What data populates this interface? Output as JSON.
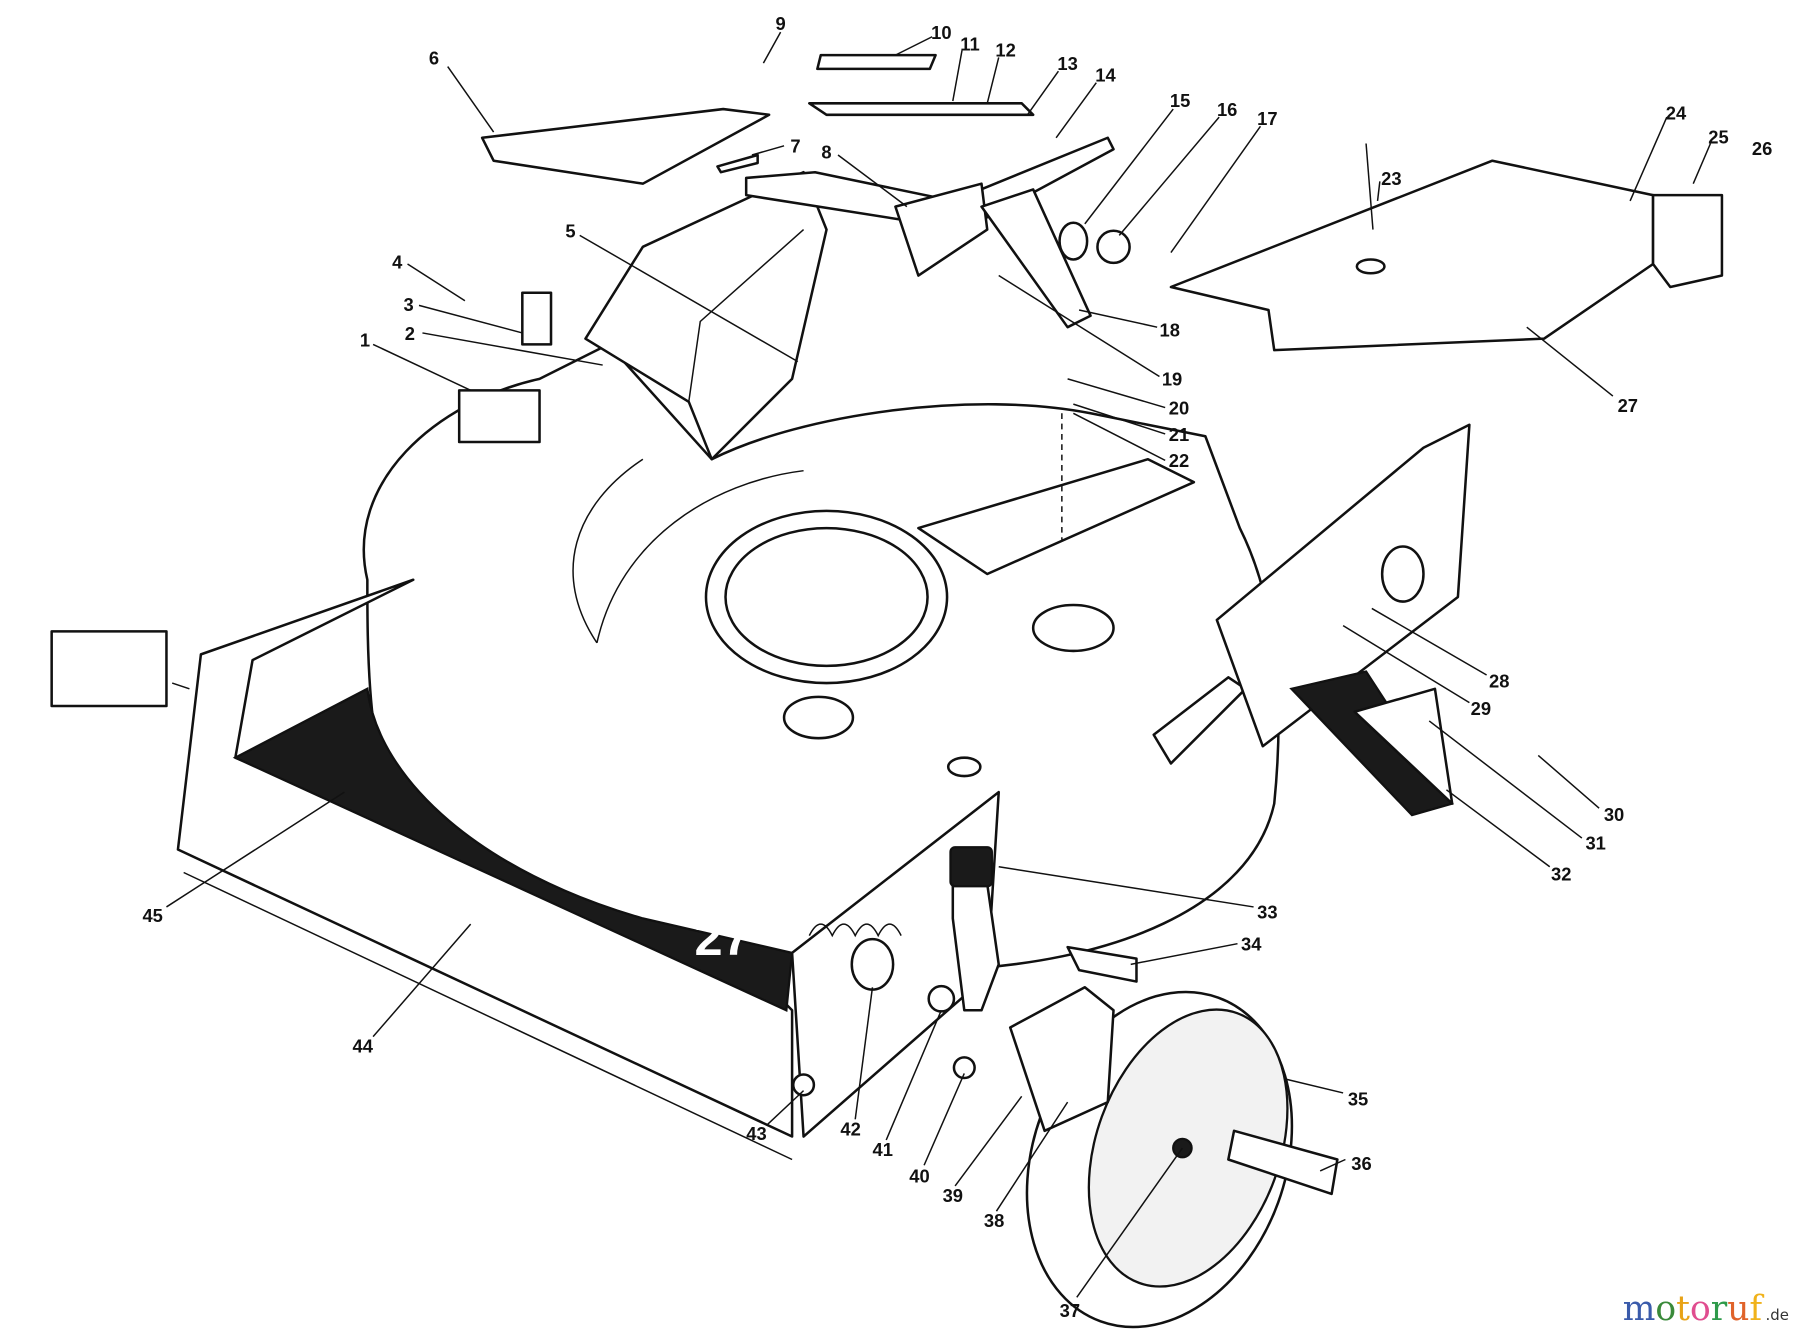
{
  "callouts": [
    "1",
    "2",
    "3",
    "4",
    "5",
    "6",
    "7",
    "8",
    "9",
    "10",
    "11",
    "12",
    "13",
    "14",
    "15",
    "16",
    "17",
    "18",
    "19",
    "20",
    "21",
    "22",
    "23",
    "24",
    "25",
    "26",
    "27",
    "28",
    "29",
    "30",
    "31",
    "32",
    "33",
    "34",
    "35",
    "36",
    "37",
    "38",
    "39",
    "40",
    "41",
    "42",
    "43",
    "44",
    "45"
  ],
  "decal_text": "27",
  "watermark": {
    "text": "motoruf",
    "suffix": ".de",
    "letter_colors": [
      "#3a5bab",
      "#3a8a3a",
      "#e8a317",
      "#e04d8f",
      "#2e9a4a",
      "#e0632a",
      "#f0b21a"
    ]
  },
  "colors": {
    "line": "#111111",
    "background": "#ffffff"
  }
}
